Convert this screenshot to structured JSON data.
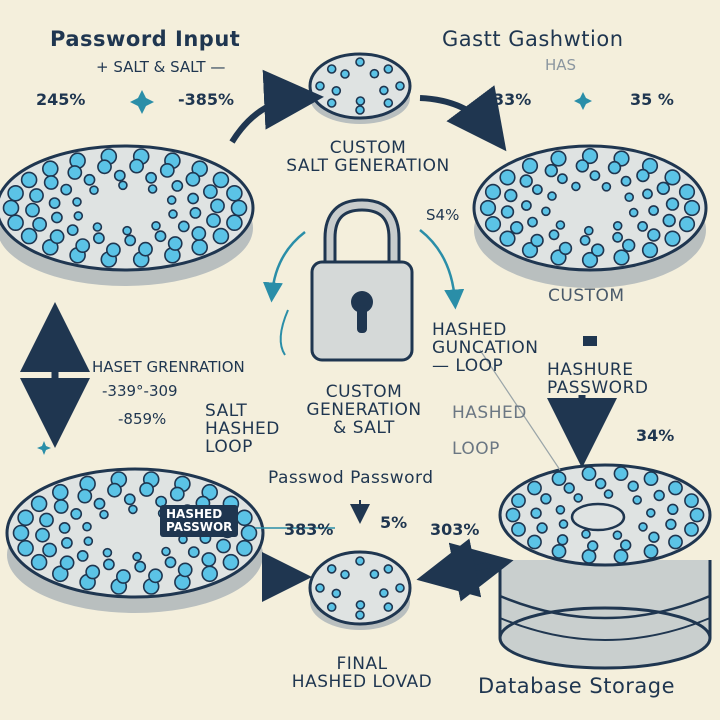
{
  "titles": {
    "top_left": "Password Input",
    "top_left_sub": "+ SALT & SALT —",
    "top_right": "Gastt Gashwtion",
    "top_right_sub": "HAS",
    "bottom_right": "Database Storage"
  },
  "labels": {
    "custom_salt_generation": "CUSTOM\nSALT GENERATION",
    "custom_right": "CUSTOM",
    "hashed_guncation_loop": "HASHED\nGUNCATION\n— LOOP",
    "hashure_password": "HASHURE\nPASSWORD",
    "custom_generation_salt": "CUSTOM\nGENERATION\n& SALT",
    "haset_generation": "HASET GRENRATION",
    "salt_hashed_loop": "SALT\nHASHED\nLOOP",
    "hashed_loop_mid": "HASHED\n\nLOOP",
    "passwod_password": "Passwod Password",
    "hashed_passwor_tag": "HASHED\nPASSWOR",
    "final_hashed": "FINAL\nHASHED LOVAD"
  },
  "percentages": {
    "tl_left": "245%",
    "tl_right": "-385%",
    "tr_left": "33%",
    "tr_right": "35 %",
    "center_right": "S4%",
    "left_range": "-339°-309",
    "left_low": "-859%",
    "right_mid": "34%",
    "bottom_a": "383%",
    "bottom_b": "5%",
    "bottom_c": "303%"
  },
  "colors": {
    "background": "#f4efdc",
    "ink": "#1f3650",
    "bead": "#5bc3e6",
    "arrow_dark": "#1f3650",
    "arrow_teal": "#2a8ea8",
    "disk": "#dfe3e2"
  }
}
